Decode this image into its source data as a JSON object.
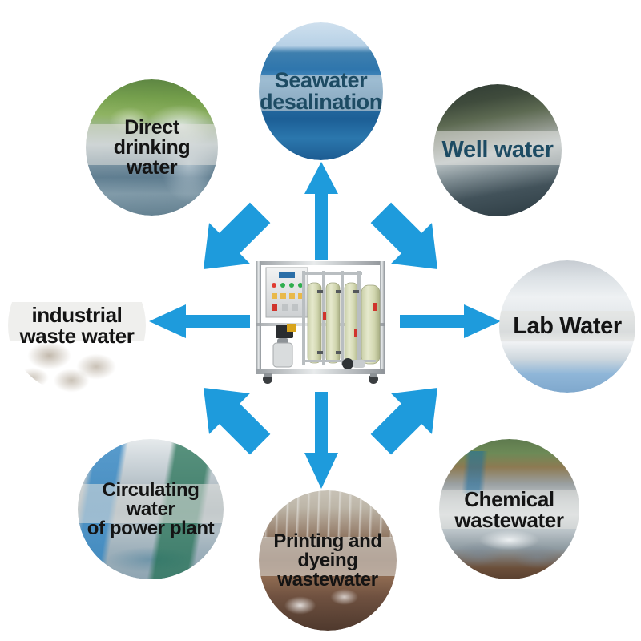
{
  "diagram": {
    "title": "Water treatment system application diagram",
    "center": {
      "name": "water-treatment-machine",
      "label": "RO water treatment machine",
      "description": "Stainless steel framed reverse osmosis water purification skid with control panel, pressure vessels and pump"
    },
    "accent_color": "#1E9BDC",
    "background_color": "#FFFFFF",
    "nodes": [
      {
        "id": "seawater-desalination",
        "label": "Seawater\ndesalination",
        "text_color": "#1d4b63",
        "font_size": 27,
        "image": "ocean-seawater-photo",
        "position": "top",
        "arrow": "arrow-up"
      },
      {
        "id": "direct-drinking-water",
        "label": "Direct drinking\nwater",
        "text_color": "#141414",
        "font_size": 25,
        "image": "tap-drinking-water-photo",
        "position": "top-left",
        "arrow": "arrow-up-left"
      },
      {
        "id": "well-water",
        "label": "Well water",
        "text_color": "#1d4b63",
        "font_size": 29,
        "image": "well-water-photo",
        "position": "top-right",
        "arrow": "arrow-up-right"
      },
      {
        "id": "industrial-waste-water",
        "label": "industrial\nwaste water",
        "text_color": "#141414",
        "font_size": 26,
        "image": "industrial-wastewater-basin-photo",
        "position": "left",
        "arrow": "arrow-left"
      },
      {
        "id": "lab-water",
        "label": "Lab Water",
        "text_color": "#141414",
        "font_size": 29,
        "image": "laboratory-bench-photo",
        "position": "right",
        "arrow": "arrow-right"
      },
      {
        "id": "circulating-water-of-power-plant",
        "label": "Circulating water\nof power plant",
        "text_color": "#141414",
        "font_size": 24,
        "image": "power-plant-circulating-water-photo",
        "position": "bottom-left",
        "arrow": "arrow-down-left"
      },
      {
        "id": "printing-and-dyeing-wastewater",
        "label": "Printing and\ndyeing wastewater",
        "text_color": "#141414",
        "font_size": 24,
        "image": "printing-dyeing-wastewater-photo",
        "position": "bottom",
        "arrow": "arrow-down"
      },
      {
        "id": "chemical-wastewater",
        "label": "Chemical\nwastewater",
        "text_color": "#141414",
        "font_size": 26,
        "image": "chemical-wastewater-photo",
        "position": "bottom-right",
        "arrow": "arrow-down-right"
      }
    ]
  }
}
